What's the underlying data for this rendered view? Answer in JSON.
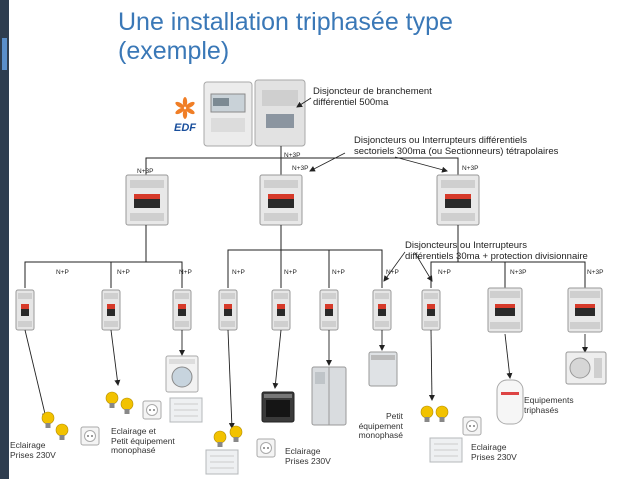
{
  "title": {
    "line1": "Une installation triphasée type",
    "line2": "(exemple)"
  },
  "logo": {
    "text": "EDF",
    "icon": "edf-sun-logo",
    "color": "#1a4f9c",
    "accent": "#f07e26"
  },
  "annotations": {
    "main_breaker": [
      "Disjoncteur de branchement",
      "différentiel 500ma"
    ],
    "sector_breakers": [
      "Disjoncteurs ou Interrupteurs différentiels",
      "sectoriels 300ma (ou Sectionneurs) tétrapolaires"
    ],
    "division_breakers": [
      "Disjoncteurs ou Interrupteurs",
      "différentiels 30ma + protection divisionnaire"
    ]
  },
  "labels": {
    "main_out": "N+3P",
    "feed_left": "N+3P",
    "feed_center": "N+3P",
    "feed_right": "N+3P",
    "breakers": [
      "N+P",
      "N+P",
      "N+P",
      "N+P",
      "N+P",
      "N+P",
      "N+P",
      "N+P",
      "N+3P",
      "N+3P"
    ]
  },
  "captions": {
    "c1": [
      "Eclairage",
      "Prises 230V"
    ],
    "c2": [
      "Eclairage et",
      "Petit équipement",
      "monophasé"
    ],
    "c3": [
      "Eclairage",
      "Prises 230V"
    ],
    "c4": [
      "Petit",
      "équipement",
      "monophasé"
    ],
    "c5": [
      "Eclairage",
      "Prises 230V"
    ],
    "c6": [
      "Equipements",
      "triphasés"
    ]
  },
  "colors": {
    "title": "#3a78b7",
    "sidebar": "#2e3d4f",
    "line": "#222222",
    "bulb": "#f2c200"
  }
}
